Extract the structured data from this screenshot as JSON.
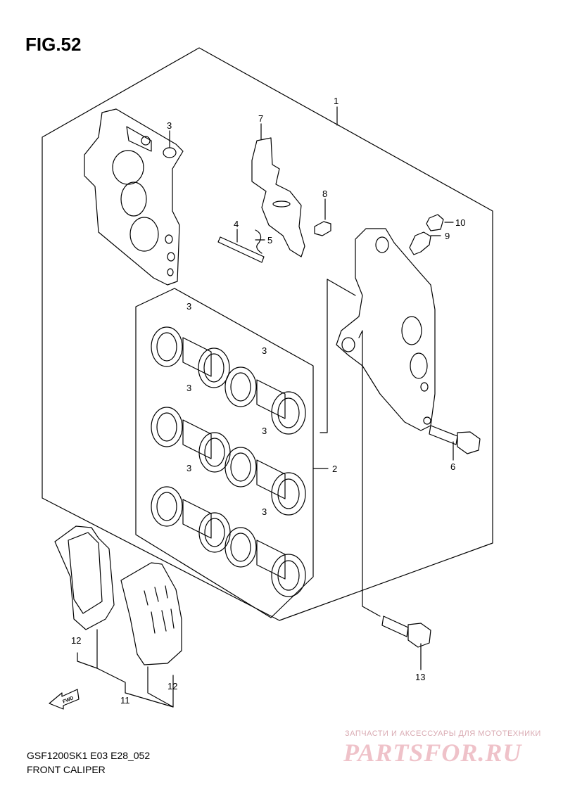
{
  "figure": {
    "title": "FIG.52"
  },
  "callouts": {
    "c1": "1",
    "c2": "2",
    "c3a": "3",
    "c3b": "3",
    "c3c": "3",
    "c3d": "3",
    "c3e": "3",
    "c3f": "3",
    "c3g": "3",
    "c4": "4",
    "c5": "5",
    "c6": "6",
    "c7": "7",
    "c8": "8",
    "c9": "9",
    "c10": "10",
    "c11": "11",
    "c12a": "12",
    "c12b": "12",
    "c13": "13"
  },
  "fwd_label": "FWD",
  "footer": {
    "code": "GSF1200SK1 E03 E28_052",
    "caption": "FRONT CALIPER"
  },
  "watermark": {
    "tagline": "ЗАПЧАСТИ И АКСЕССУАРЫ ДЛЯ МОТОТЕХНИКИ",
    "brand": "PARTSFOR.RU"
  }
}
